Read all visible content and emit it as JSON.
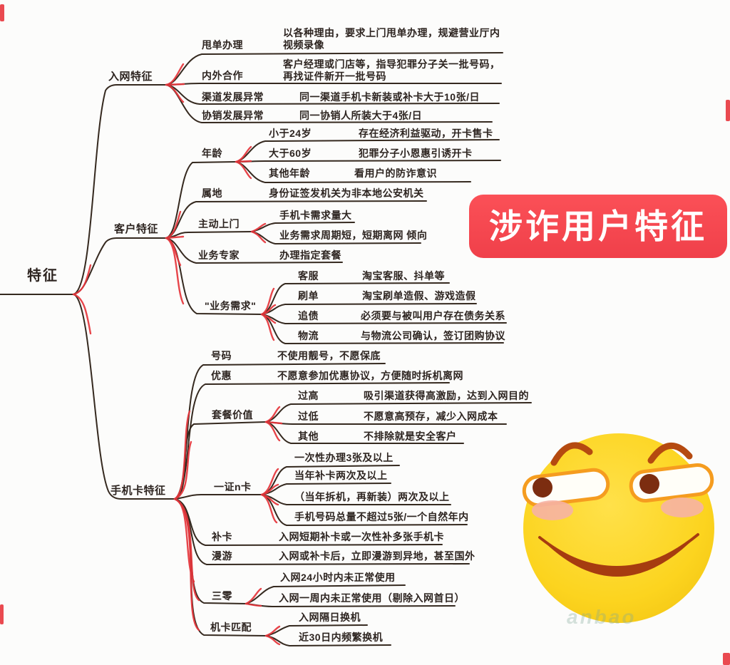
{
  "root": {
    "label": "特征"
  },
  "banner": {
    "text": "涉诈用户特征",
    "bg_color": "#f6474e",
    "text_color": "#ffffff"
  },
  "watermark": "anbao",
  "colors": {
    "line": "#35291f",
    "accent_red": "#e6363c",
    "emoji_face": "#fcd41f",
    "emoji_brow": "#b54a10",
    "emoji_mouth": "#a63c10"
  },
  "icons": {
    "smiley": "smirking-smiley-face"
  },
  "branches": {
    "ruwang": {
      "label": "入网特征",
      "children": {
        "shuaidan": {
          "label": "甩单办理",
          "detail": "以各种理由，要求上门甩单办理，规避营业厅内视频录像"
        },
        "neiwai": {
          "label": "内外合作",
          "detail": "客户经理或门店等，指导犯罪分子关一批号码，再找证件新开一批号码"
        },
        "qudao": {
          "label": "渠道发展异常",
          "detail": "同一渠道手机卡新装或补卡大于10张/日"
        },
        "xiexiao": {
          "label": "协销发展异常",
          "detail": "同一协销人所装大于4张/日"
        }
      }
    },
    "kehu": {
      "label": "客户特征",
      "children": {
        "nianling": {
          "label": "年龄",
          "children": {
            "lt24": {
              "label": "小于24岁",
              "detail": "存在经济利益驱动，开卡售卡"
            },
            "gt60": {
              "label": "大于60岁",
              "detail": "犯罪分子小恩惠引诱开卡"
            },
            "other": {
              "label": "其他年龄",
              "detail": "看用户的防诈意识"
            }
          }
        },
        "shudi": {
          "label": "属地",
          "detail": "身份证签发机关为非本地公安机关"
        },
        "zhudong": {
          "label": "主动上门",
          "children": {
            "xuqiu": {
              "detail": "手机卡需求量大"
            },
            "zhouqi": {
              "detail": "业务需求周期短，短期离网 倾向"
            }
          }
        },
        "zhuanjia": {
          "label": "业务专家",
          "detail": "办理指定套餐"
        },
        "yewuxuqiu": {
          "label": "\"业务需求\"",
          "children": {
            "kefu": {
              "label": "客服",
              "detail": "淘宝客服、抖单等"
            },
            "shuadan": {
              "label": "刷单",
              "detail": "淘宝刷单造假、游戏造假"
            },
            "zhuizhai": {
              "label": "追债",
              "detail": "必须要与被叫用户存在债务关系"
            },
            "wuliu": {
              "label": "物流",
              "detail": "与物流公司确认，签订团购协议"
            }
          }
        }
      }
    },
    "shoujika": {
      "label": "手机卡特征",
      "children": {
        "haoma": {
          "label": "号码",
          "detail": "不使用靓号，不愿保底"
        },
        "youhui": {
          "label": "优惠",
          "detail": "不愿意参加优惠协议，方便随时拆机离网"
        },
        "taocan": {
          "label": "套餐价值",
          "children": {
            "guogao": {
              "label": "过高",
              "detail": "吸引渠道获得高激励，达到入网目的"
            },
            "guodi": {
              "label": "过低",
              "detail": "不愿意高预存，减少入网成本"
            },
            "qita": {
              "label": "其他",
              "detail": "不排除就是安全客户"
            }
          }
        },
        "yizheng": {
          "label": "一证n卡",
          "children": {
            "c1": {
              "detail": "一次性办理3张及以上"
            },
            "c2": {
              "detail": "当年补卡两次及以上"
            },
            "c3": {
              "detail": "（当年拆机，再新装）两次及以上"
            },
            "c4": {
              "detail": "手机号码总量不超过5张/一个自然年内"
            }
          }
        },
        "buka": {
          "label": "补卡",
          "detail": "入网短期补卡或一次性补多张手机卡"
        },
        "manyou": {
          "label": "漫游",
          "detail": "入网或补卡后，立即漫游到异地，甚至国外"
        },
        "sanling": {
          "label": "三零",
          "children": {
            "c1": {
              "detail": "入网24小时内未正常使用"
            },
            "c2": {
              "detail": "入网一周内未正常使用（剔除入网首日）"
            }
          }
        },
        "jika": {
          "label": "机卡匹配",
          "children": {
            "c1": {
              "detail": "入网隔日换机"
            },
            "c2": {
              "detail": "近30日内频繁换机"
            }
          }
        }
      }
    }
  }
}
